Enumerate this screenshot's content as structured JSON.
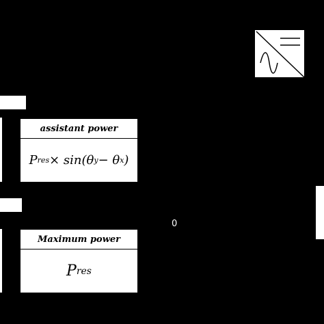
{
  "blocks": {
    "assistant": {
      "header": "assistant power",
      "formula": {
        "p": "P",
        "res": "res",
        "times": " × sin(θ",
        "y": "y",
        "minus": " − θ",
        "x": "x",
        "close": ")"
      }
    },
    "maximum": {
      "header": "Maximum power",
      "formula": {
        "p": "P",
        "res": "res"
      }
    }
  },
  "node_label": "0",
  "icons": [
    "inverter-icon"
  ],
  "colors": {
    "background": "#000000",
    "box": "#ffffff"
  }
}
